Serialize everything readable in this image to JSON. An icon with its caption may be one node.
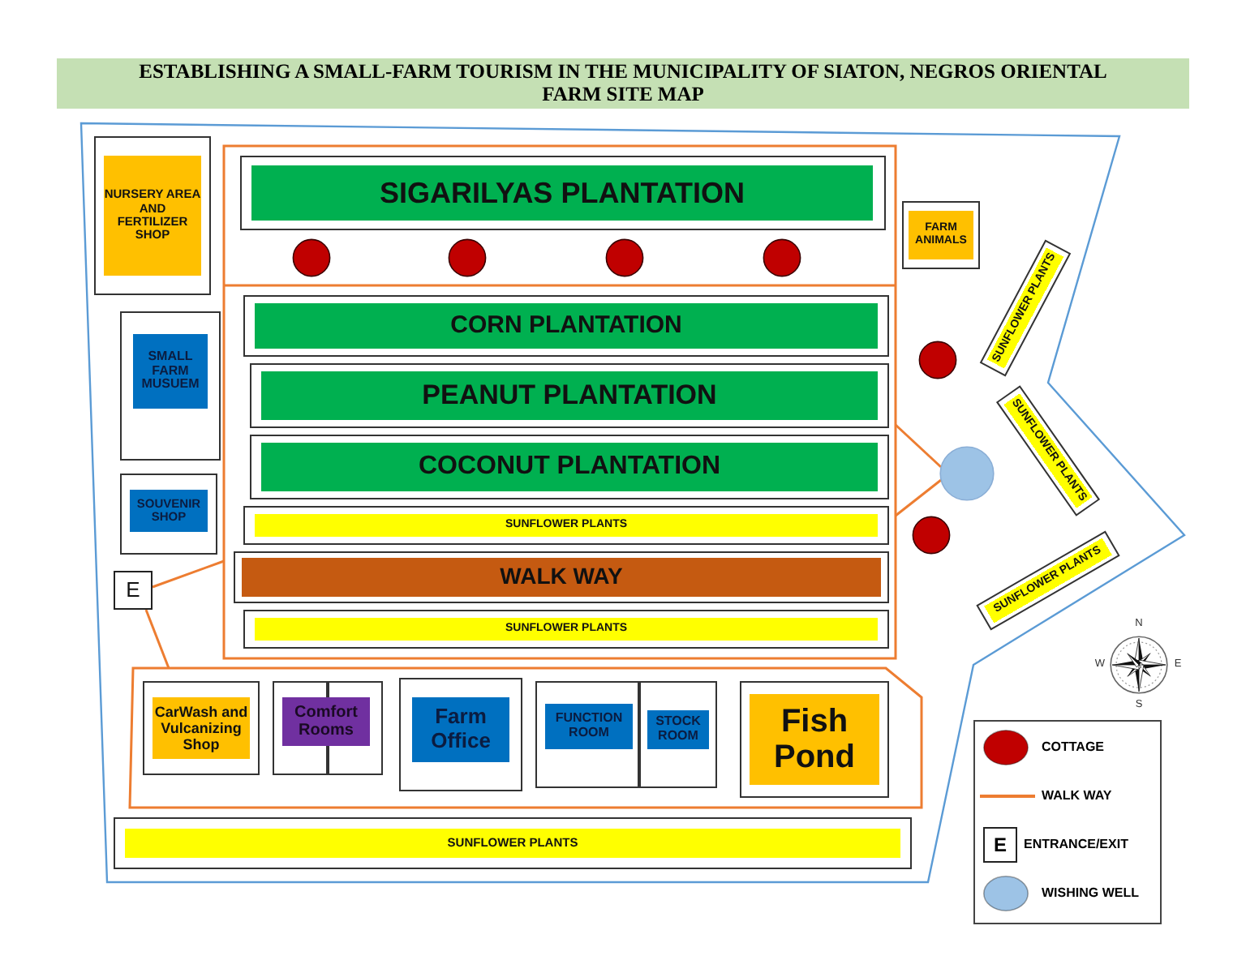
{
  "diagram": {
    "title": "ESTABLISHING A SMALL-FARM TOURISM IN THE MUNICIPALITY OF SIATON, NEGROS ORIENTAL",
    "nodes": [
      {
        "text": [
          "NURSERY AREA AND FERTILIZER SHOP"
        ]
      },
      {
        "text": [
          "SIGARILYAS PLANTATION"
        ]
      },
      {
        "text": [
          "FARM ANIMALS"
        ]
      },
      {
        "text": [
          "SMALL FARM MUSUEM"
        ]
      },
      {
        "text": [
          "CORN PLANTATION"
        ]
      },
      {
        "text": [
          "PEANUT PLANTATION"
        ]
      },
      {
        "text": [
          "COCONUT PLANTATION"
        ]
      },
      {
        "text": [
          "SUNFLOWER PLANTS"
        ]
      },
      {
        "text": [
          "SUNFLOWER PLANTS"
        ]
      },
      {
        "text": [
          "SOUVENIR SHOP"
        ]
      },
      {
        "text": [
          "SUNFLOWER PLANTS"
        ]
      },
      {
        "text": [
          "SUNFLOWER PLANTS"
        ]
      },
      {
        "text": [
          "E"
        ]
      },
      {
        "text": [
          "WALK WAY"
        ]
      },
      {
        "text": [
          "SUNFLOWER PLANTS"
        ]
      },
      {
        "text": [
          "CarWash and Vulcanizing Shop"
        ]
      },
      {
        "text": [
          "Comfort Rooms"
        ]
      },
      {
        "text": [
          "Farm Office"
        ]
      },
      {
        "text": [
          "FUNCTION ROOM"
        ]
      },
      {
        "text": [
          "STOCK ROOM"
        ]
      },
      {
        "text": [
          "Fish Pond"
        ]
      },
      {
        "text": [
          "SUNFLOWER PLANTS"
        ]
      }
    ],
    "labels": [
      "FARM SITE MAP",
      "N",
      "W",
      "E",
      "S",
      "E"
    ],
    "legend": [
      {
        "text": "COTTAGE",
        "color": "#c00000"
      },
      {
        "text": "WALK WAY"
      },
      {
        "text": "ENTRANCE/EXIT"
      },
      {
        "text": "WISHING WELL",
        "color": "#9dc3e6"
      }
    ]
  }
}
